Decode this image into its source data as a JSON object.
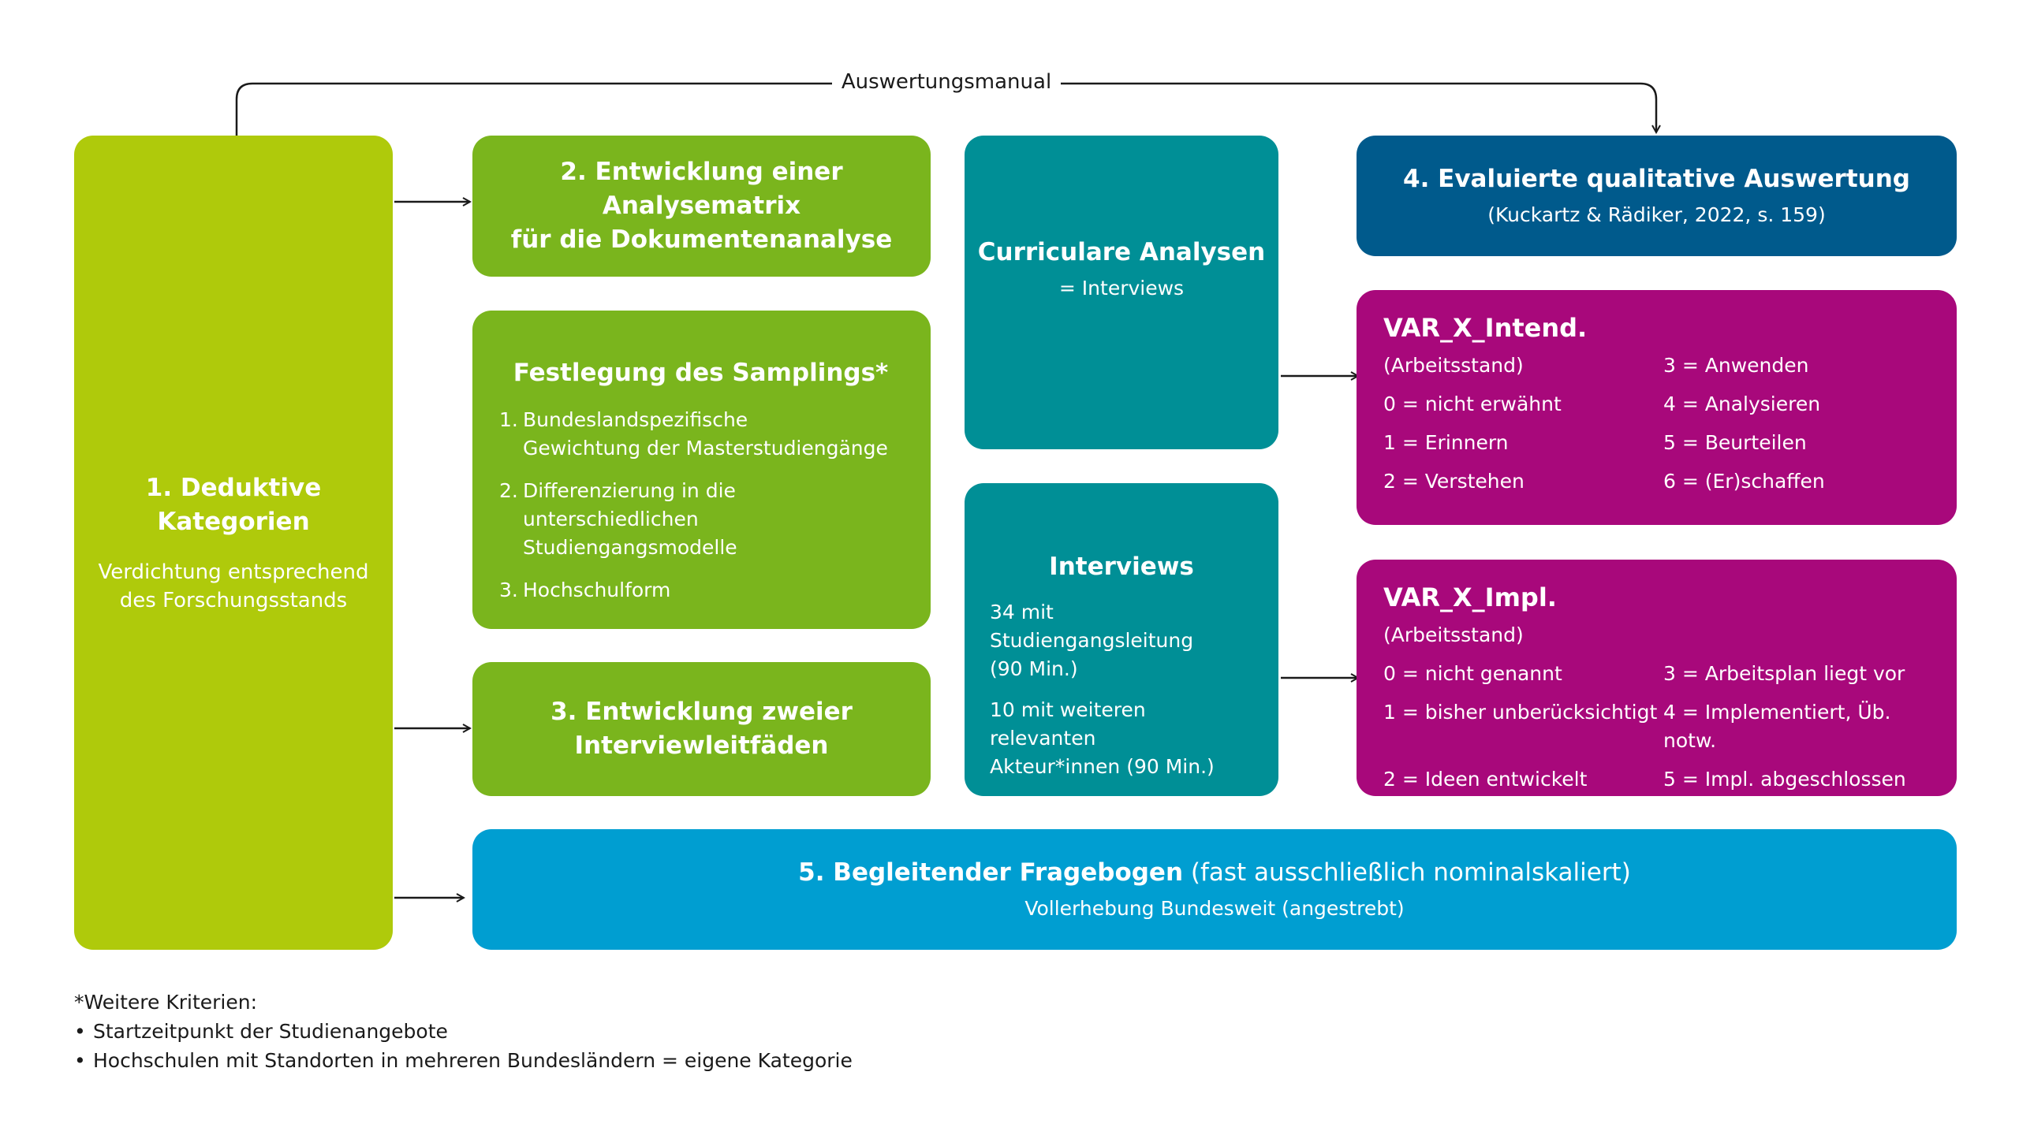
{
  "manual_label": "Auswertungsmanual",
  "box1": {
    "title": "1. Deduktive Kategorien",
    "line1": "Verdichtung entsprechend",
    "line2": "des Forschungsstands"
  },
  "box2": {
    "line1": "2. Entwicklung einer Analysematrix",
    "line2": "für die Dokumentenanalyse"
  },
  "sampling": {
    "title": "Festlegung des Samplings*",
    "items": [
      {
        "num": "1.",
        "line1": "Bundeslandspezifische",
        "line2": "Gewichtung der Masterstudiengänge"
      },
      {
        "num": "2.",
        "line1": "Differenzierung in die",
        "line2": "unterschiedlichen Studiengangsmodelle"
      },
      {
        "num": "3.",
        "line1": "Hochschulform",
        "line2": ""
      }
    ]
  },
  "box3": {
    "line1": "3. Entwicklung zweier",
    "line2": "Interviewleitfäden"
  },
  "curricular": {
    "title": "Curriculare Analysen",
    "sub": "= Interviews"
  },
  "interviews": {
    "title": "Interviews",
    "p1_line1": "34 mit Studiengangsleitung",
    "p1_line2": "(90 Min.)",
    "p2_line1": "10 mit weiteren relevanten",
    "p2_line2": "Akteur*innen (90 Min.)"
  },
  "box4": {
    "title": "4. Evaluierte qualitative Auswertung",
    "sub": "(Kuckartz & Rädiker, 2022, s. 159)"
  },
  "var_intend": {
    "title": "VAR_X_Intend.",
    "left": [
      "(Arbeitsstand)",
      "0 = nicht erwähnt",
      "1 = Erinnern",
      "2 = Verstehen"
    ],
    "right": [
      "3 = Anwenden",
      "4 = Analysieren",
      "5 = Beurteilen",
      "6 = (Er)schaffen"
    ]
  },
  "var_impl": {
    "title": "VAR_X_Impl.",
    "left": [
      "(Arbeitsstand)",
      "0 = nicht genannt",
      "1 = bisher unberücksichtigt",
      "2 = Ideen entwickelt"
    ],
    "right": [
      "",
      "3 = Arbeitsplan liegt vor",
      "4 = Implementiert, Üb. notw.",
      "5 = Impl. abgeschlossen"
    ]
  },
  "box5": {
    "title_bold": "5. Begleitender Fragebogen",
    "title_light": " (fast ausschließlich nominalskaliert)",
    "sub": "Vollerhebung Bundesweit (angestrebt)"
  },
  "footnote": {
    "title": "*Weitere Kriterien:",
    "bullets": [
      "Startzeitpunkt der Studienangebote",
      "Hochschulen mit Standorten in mehreren Bundesländern = eigene Kategorie"
    ]
  },
  "colors": {
    "lime": "#afca0b",
    "green": "#7ab51d",
    "teal": "#008f96",
    "navy": "#005a8c",
    "magenta": "#a8087b",
    "cyan": "#009ed1",
    "line": "#1a1a1a"
  }
}
